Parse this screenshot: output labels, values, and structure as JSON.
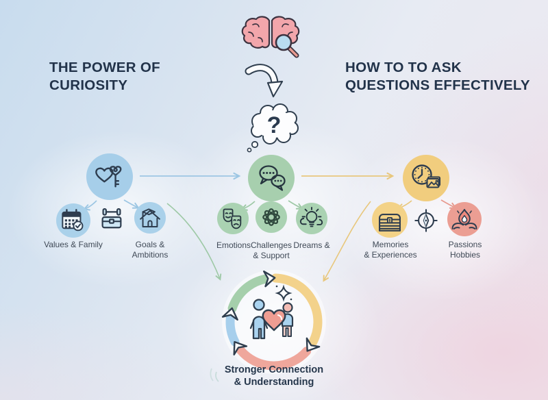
{
  "titles": {
    "left_line1": "THE POWER OF",
    "left_line2": "CURIOSITY",
    "right_line1": "HOW TO TO ASK",
    "right_line2": "QUESTIONS EFFECTIVELY"
  },
  "header_graphic": {
    "question_mark": "?",
    "icons": [
      "brain-magnifier-icon",
      "curved-down-arrow-icon",
      "thought-bubble-question-icon"
    ]
  },
  "clusters": {
    "left": {
      "theme_icon": "heart-key-icon",
      "sub_icons": [
        "calendar-check-icon",
        "dumbbell-toolbox-icon",
        "house-graduation-icon"
      ],
      "labels": {
        "values_family": "Values & Family",
        "goals_line1": "Goals &",
        "goals_line2": "Ambitions"
      }
    },
    "center": {
      "theme_icon": "chat-bubbles-icon",
      "sub_icons": [
        "theater-masks-icon",
        "knot-icon",
        "lightbulb-idea-icon"
      ],
      "labels": {
        "emotions": "Emotions",
        "challenges_line1": "Challenges",
        "challenges_line2": "& Support",
        "dreams": "Dreams &"
      }
    },
    "right": {
      "theme_icon": "clock-photos-icon",
      "sub_icons": [
        "treasure-chest-icon",
        "compass-icon",
        "hands-flame-icon"
      ],
      "labels": {
        "memories_line1": "Memories",
        "memories_line2": "& Experiences",
        "passions_line1": "Passions",
        "passions_line2": "Hobbies"
      }
    }
  },
  "outcome": {
    "icon": "cycle-arrows-people-heart-icon",
    "label_line1": "Stronger Connection",
    "label_line2": "& Understanding"
  },
  "colors": {
    "background_blue": "#c8dcee",
    "background_pink": "#eedfe8",
    "circle_blue": "#a6cee9",
    "circle_green": "#a7cfae",
    "circle_yellow": "#f1cd7e",
    "circle_red": "#eb9e93",
    "arrow_blue": "#9cc6e3",
    "arrow_green": "#9ec9a6",
    "arrow_yellow": "#e8c77c",
    "arrow_red": "#e79a8e",
    "ink_outline": "#2f3e4e",
    "title_text": "#22334a",
    "label_text": "#3f4956"
  }
}
